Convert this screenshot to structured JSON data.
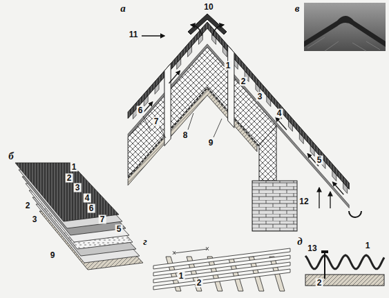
{
  "diagram": {
    "labels": [
      "а",
      "10",
      "в",
      "11",
      "1",
      "2",
      "3",
      "4",
      "6",
      "7",
      "8",
      "9",
      "5",
      "12",
      "б",
      "1",
      "2",
      "3",
      "4",
      "6",
      "7",
      "5",
      "2",
      "3",
      "9",
      "г",
      "1",
      "2",
      "д",
      "13",
      "1",
      "2"
    ]
  }
}
